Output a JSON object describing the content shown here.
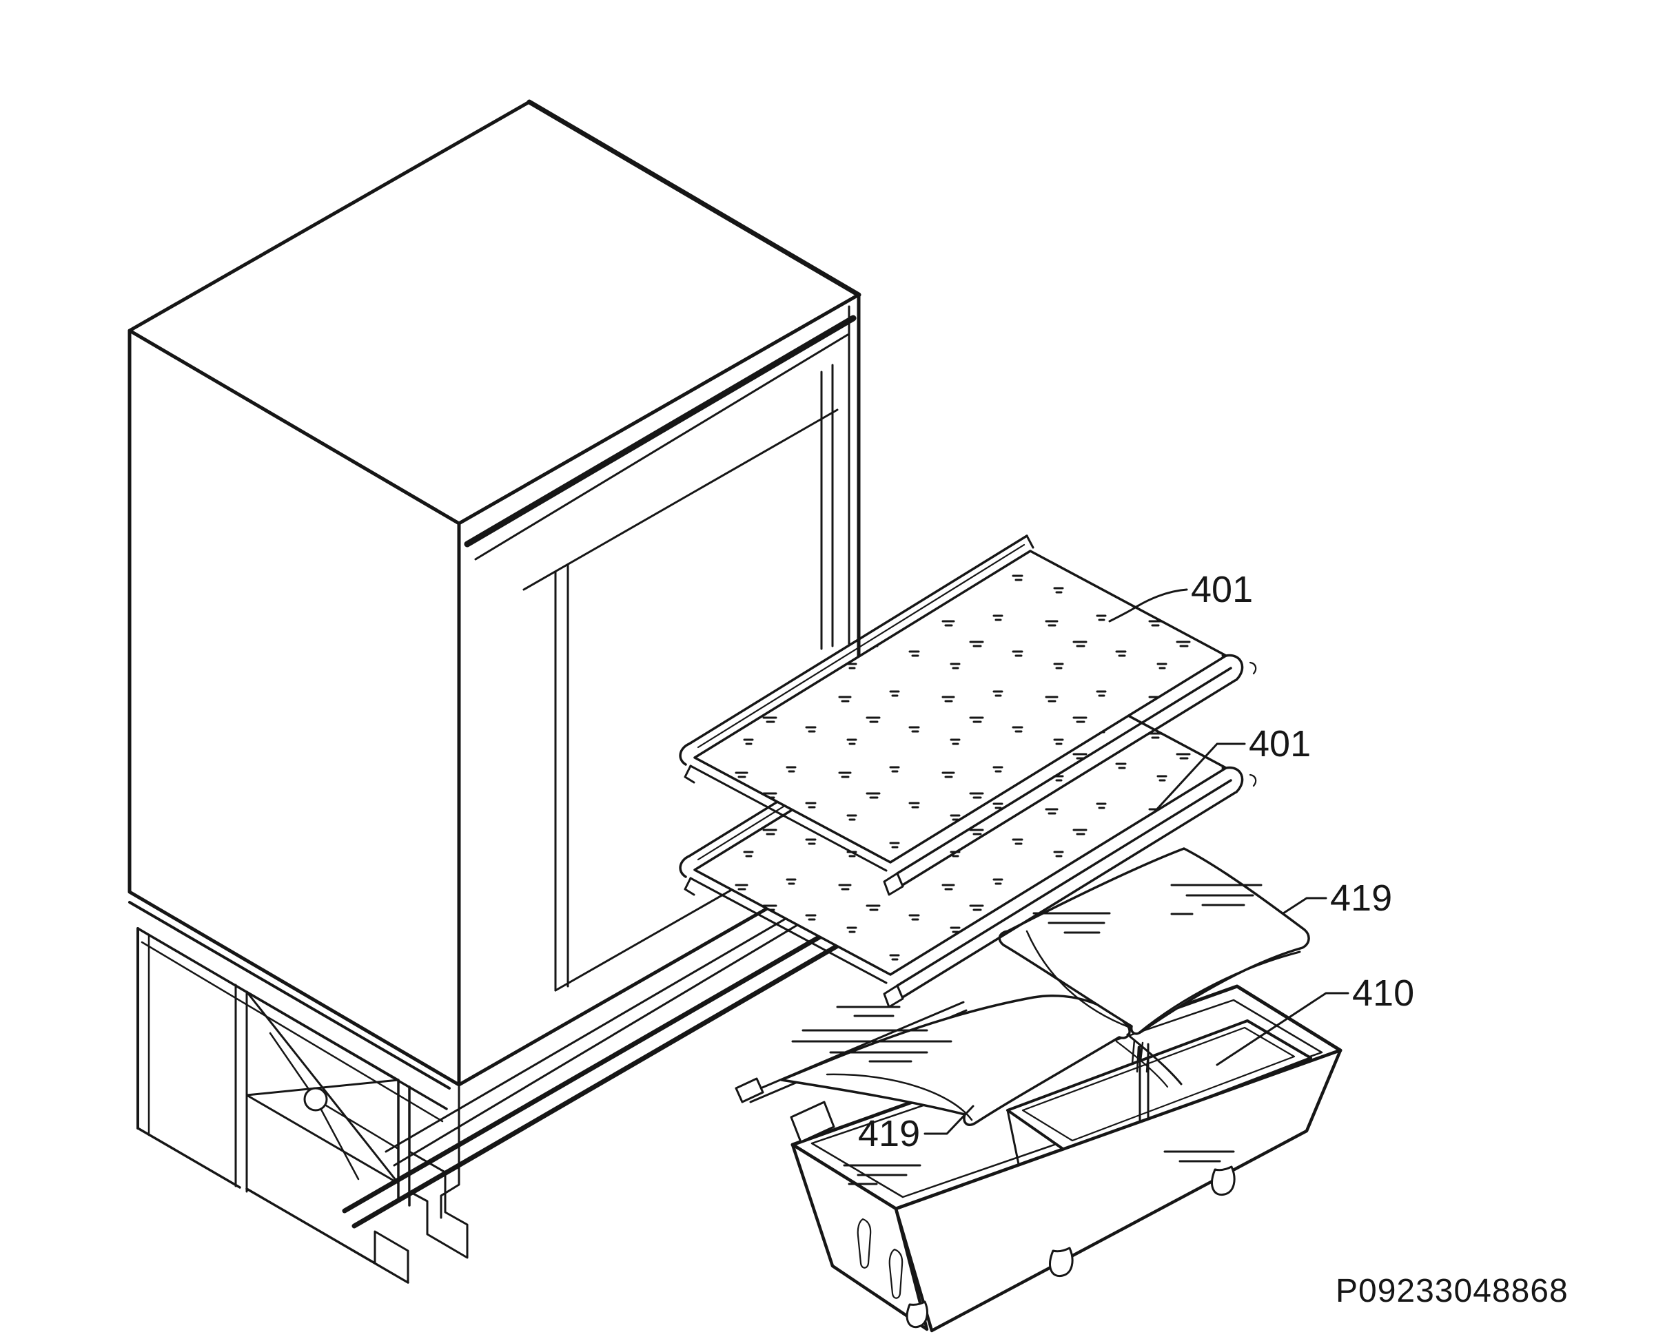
{
  "figure": {
    "callouts": [
      {
        "id": "callout-401-upper",
        "text": "401",
        "target": "upper-shelf"
      },
      {
        "id": "callout-401-lower",
        "text": "401",
        "target": "lower-shelf"
      },
      {
        "id": "callout-419-right",
        "text": "419",
        "target": "right-cushion"
      },
      {
        "id": "callout-410",
        "text": "410",
        "target": "drawer-bin"
      },
      {
        "id": "callout-419-left",
        "text": "419",
        "target": "left-cushion"
      }
    ],
    "part_number": "P09233048868",
    "colors": {
      "ink": "#161616",
      "paper": "#ffffff"
    }
  }
}
